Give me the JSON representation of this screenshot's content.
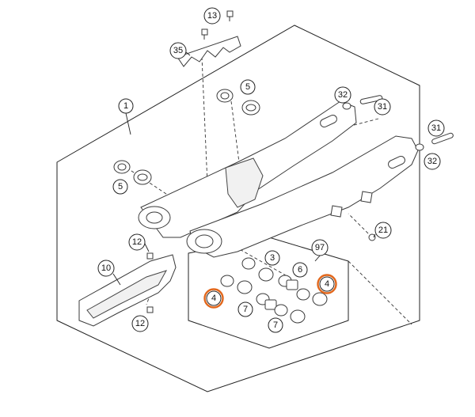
{
  "diagram": {
    "callouts": [
      {
        "id": "c1",
        "label": "1",
        "highlight": false
      },
      {
        "id": "c3",
        "label": "3",
        "highlight": false
      },
      {
        "id": "c4a",
        "label": "4",
        "highlight": true
      },
      {
        "id": "c4b",
        "label": "4",
        "highlight": true
      },
      {
        "id": "c5a",
        "label": "5",
        "highlight": false
      },
      {
        "id": "c5b",
        "label": "5",
        "highlight": false
      },
      {
        "id": "c6",
        "label": "6",
        "highlight": false
      },
      {
        "id": "c7a",
        "label": "7",
        "highlight": false
      },
      {
        "id": "c7b",
        "label": "7",
        "highlight": false
      },
      {
        "id": "c10",
        "label": "10",
        "highlight": false
      },
      {
        "id": "c12a",
        "label": "12",
        "highlight": false
      },
      {
        "id": "c12b",
        "label": "12",
        "highlight": false
      },
      {
        "id": "c13",
        "label": "13",
        "highlight": false
      },
      {
        "id": "c21",
        "label": "21",
        "highlight": false
      },
      {
        "id": "c31a",
        "label": "31",
        "highlight": false
      },
      {
        "id": "c31b",
        "label": "31",
        "highlight": false
      },
      {
        "id": "c32a",
        "label": "32",
        "highlight": false
      },
      {
        "id": "c32b",
        "label": "32",
        "highlight": false
      },
      {
        "id": "c35",
        "label": "35",
        "highlight": false
      },
      {
        "id": "c97",
        "label": "97",
        "highlight": false
      }
    ],
    "colors": {
      "line": "#222222",
      "highlight": "#e2671c",
      "background": "#ffffff"
    }
  }
}
